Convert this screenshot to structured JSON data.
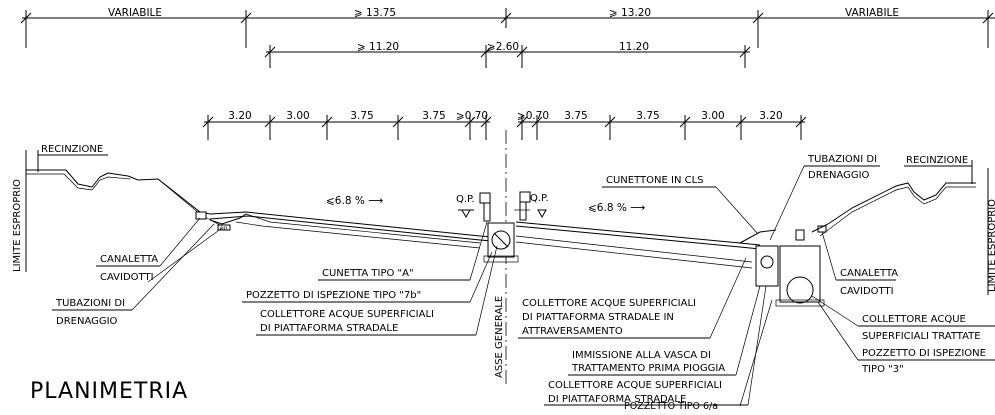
{
  "title": "PLANIMETRIA",
  "dimensions": {
    "top_row": [
      "VARIABILE",
      "⩾ 13.75",
      "⩾ 13.20",
      "VARIABILE"
    ],
    "second_row": [
      "⩾ 11.20",
      "⩾2.60",
      "11.20"
    ],
    "lanes_left": [
      "3.20",
      "3.00",
      "3.75",
      "3.75",
      "⩾0.70"
    ],
    "lanes_right": [
      "⩾0.70",
      "3.75",
      "3.75",
      "3.00",
      "3.20"
    ]
  },
  "labels": {
    "recinzione_left": "RECINZIONE",
    "recinzione_right": "RECINZIONE",
    "limite_left": "LIMITE ESPROPRIO",
    "limite_right": "LIMITE ESPROPRIO",
    "slope_left": "⩽6.8 % ⟶",
    "slope_right": "⩽6.8 % ⟶",
    "qp_left": "Q.P.",
    "qp_right": "Q.P.",
    "canaletta_left": "CANALETTA",
    "cavidotti_left": "CAVIDOTTI",
    "tubazioni_left_1": "TUBAZIONI DI",
    "tubazioni_left_2": "DRENAGGIO",
    "cunetta": "CUNETTA TIPO \"A\"",
    "pozzetto_7b": "POZZETTO DI ISPEZIONE TIPO \"7b\"",
    "collettore_left_1": "COLLETTORE ACQUE SUPERFICIALI",
    "collettore_left_2": "DI PIATTAFORMA STRADALE",
    "asse": "ASSE GENERALE",
    "cunettone": "CUNETTONE IN CLS",
    "tubazioni_right_1": "TUBAZIONI DI",
    "tubazioni_right_2": "DRENAGGIO",
    "canaletta_right": "CANALETTA",
    "cavidotti_right": "CAVIDOTTI",
    "attrav_1": "COLLETTORE ACQUE SUPERFICIALI",
    "attrav_2": "DI PIATTAFORMA STRADALE IN",
    "attrav_3": "ATTRAVERSAMENTO",
    "immissione_1": "IMMISSIONE ALLA VASCA DI",
    "immissione_2": "TRATTAMENTO PRIMA PIOGGIA",
    "collettore_mid_1": "COLLETTORE ACQUE SUPERFICIALI",
    "collettore_mid_2": "DI PIATTAFORMA STRADALE",
    "pozzetto_6a": "POZZETTO TIPO 6/a",
    "collettore_tratt_1": "COLLETTORE ACQUE",
    "collettore_tratt_2": "SUPERFICIALI TRATTATE",
    "pozzetto_3_1": "POZZETTO DI ISPEZIONE",
    "pozzetto_3_2": "TIPO \"3\""
  }
}
